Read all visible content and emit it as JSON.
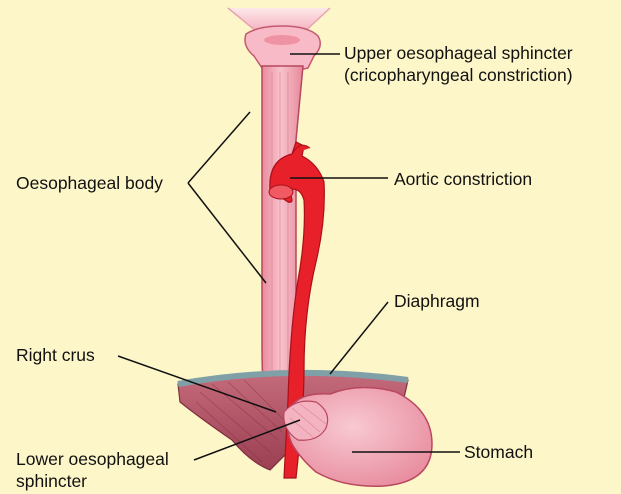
{
  "colors": {
    "background": "#fdf6c8",
    "oesophagus": "#f2a2b2",
    "oesophagus_stroke": "#b8475f",
    "aorta": "#e8202a",
    "diaphragm": "#b55a6a",
    "diaphragm_edge": "#7fa0a6",
    "stomach": "#f0a6b6",
    "leader_line": "#111111"
  },
  "labels": {
    "upper_sphincter": {
      "line1": "Upper oesophageal sphincter",
      "line2": "(cricopharyngeal constriction)"
    },
    "oesophageal_body": "Oesophageal body",
    "aortic_constriction": "Aortic constriction",
    "diaphragm": "Diaphragm",
    "right_crus": "Right crus",
    "lower_sphincter": {
      "line1": "Lower oesophageal",
      "line2": "sphincter"
    },
    "stomach": "Stomach"
  }
}
